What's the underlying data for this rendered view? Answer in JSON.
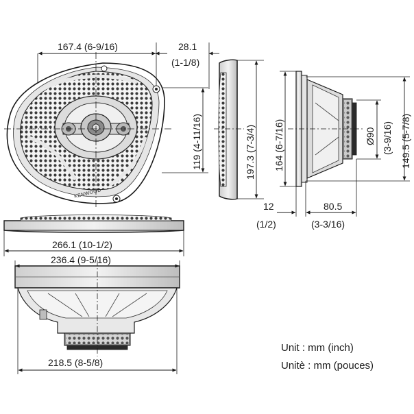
{
  "dimensions": {
    "top_width": "167.4 (6-9/16)",
    "depth_mount_mm": "28.1",
    "depth_mount_in": "(1-1/8)",
    "grille_height": "119 (4-11/16)",
    "overall_height": "197.3 (7-3/4)",
    "basket_height": "164 (6-7/16)",
    "magnet_dia": "Ø90",
    "magnet_dia_in": "(3-9/16)",
    "flange_height": "149.5 (5-7/8)",
    "flange_thickness_mm": "12",
    "flange_thickness_in": "(1/2)",
    "mount_depth_mm": "80.5",
    "mount_depth_in": "(3-3/16)",
    "overall_width": "266.1 (10-1/2)",
    "cutout_width": "236.4 (9-5/16)",
    "basket_width": "218.5 (8-5/8)"
  },
  "brand_label": "KENWOOD",
  "units": {
    "en": "Unit : mm (inch)",
    "fr": "Unitè : mm (pouces)"
  }
}
